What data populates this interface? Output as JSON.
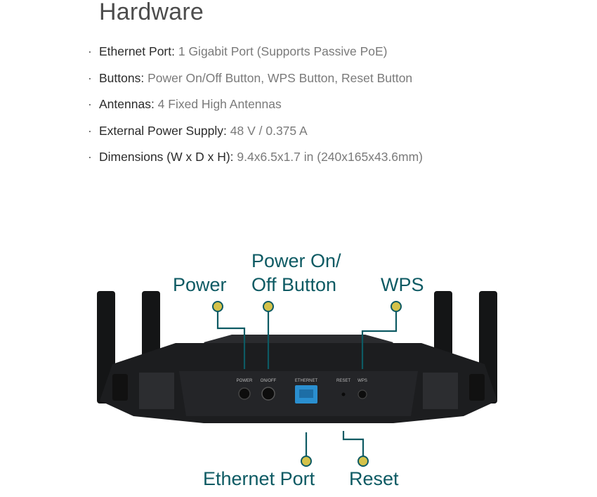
{
  "section": {
    "title": "Hardware"
  },
  "specs": [
    {
      "label": "Ethernet Port:",
      "value": " 1 Gigabit Port (Supports Passive PoE)"
    },
    {
      "label": "Buttons:",
      "value": " Power On/Off Button, WPS Button, Reset Button"
    },
    {
      "label": "Antennas:",
      "value": " 4 Fixed High Antennas"
    },
    {
      "label": "External Power Supply:",
      "value": " 48 V / 0.375 A"
    },
    {
      "label": "Dimensions (W x D x H):",
      "value": "  9.4x6.5x1.7 in (240x165x43.6mm)"
    }
  ],
  "callouts": {
    "power": "Power",
    "power_onoff_line1": "Power On/",
    "power_onoff_line2": "Off Button",
    "wps": "WPS",
    "ethernet_port": "Ethernet Port",
    "reset": "Reset"
  },
  "port_labels": {
    "power": "POWER",
    "onoff": "ON/OFF",
    "ethernet": "ETHERNET",
    "reset": "RESET",
    "wps": "WPS"
  },
  "colors": {
    "callout_text": "#0d5a63",
    "callout_line": "#0d5a63",
    "marker_fill": "#d4c24a",
    "router_body": "#1c1d1f",
    "ethernet_port": "#2a8fd0"
  }
}
